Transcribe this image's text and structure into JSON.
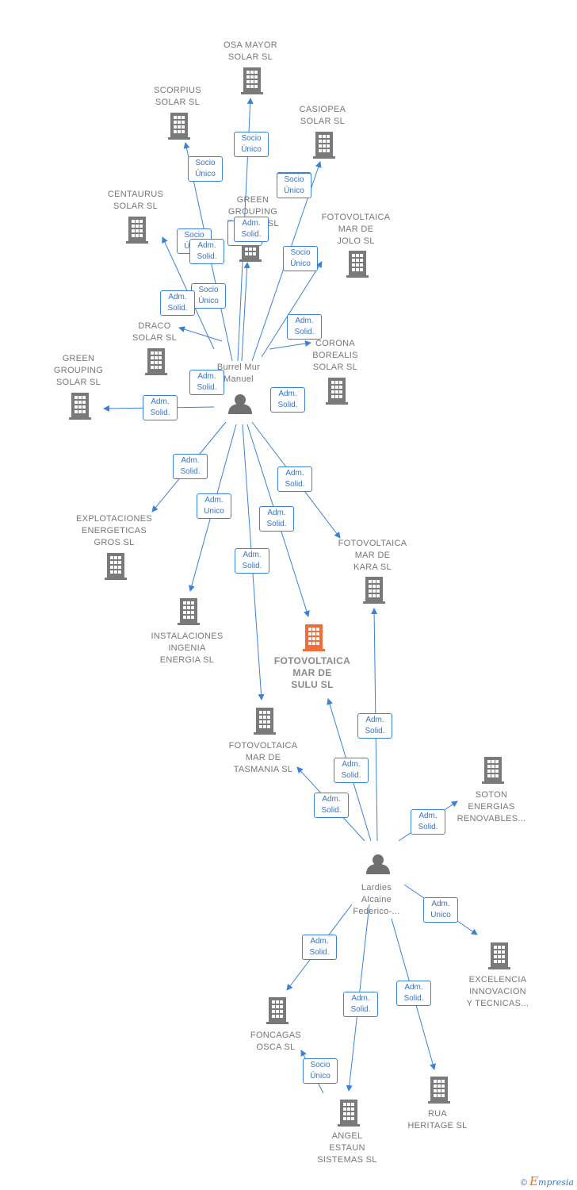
{
  "colors": {
    "edge": "#3a82d8",
    "building": "#7a7a7a",
    "highlight": "#f26b38",
    "person": "#707070"
  },
  "nodes": [
    {
      "id": "osa",
      "label": "OSA MAYOR\nSOLAR  SL",
      "type": "company"
    },
    {
      "id": "scorpius",
      "label": "SCORPIUS\nSOLAR  SL",
      "type": "company"
    },
    {
      "id": "casiopea",
      "label": "CASIOPEA\nSOLAR  SL",
      "type": "company"
    },
    {
      "id": "centaurus",
      "label": "CENTAURUS\nSOLAR  SL",
      "type": "company"
    },
    {
      "id": "green1",
      "label": "GREEN\nGROUPING\nENERGY  SL",
      "type": "company"
    },
    {
      "id": "jolo",
      "label": "FOTOVOLTAICA\nMAR DE\nJOLO  SL",
      "type": "company"
    },
    {
      "id": "draco",
      "label": "DRACO\nSOLAR  SL",
      "type": "company"
    },
    {
      "id": "corona",
      "label": "CORONA\nBOREALIS\nSOLAR  SL",
      "type": "company"
    },
    {
      "id": "green2",
      "label": "GREEN\nGROUPING\nSOLAR  SL",
      "type": "company"
    },
    {
      "id": "burrel",
      "label": "Burrel Mur\nManuel",
      "type": "person"
    },
    {
      "id": "explot",
      "label": "EXPLOTACIONES\nENERGETICAS\nGROS SL",
      "type": "company"
    },
    {
      "id": "kara",
      "label": "FOTOVOLTAICA\nMAR DE\nKARA  SL",
      "type": "company"
    },
    {
      "id": "ingenia",
      "label": "INSTALACIONES\nINGENIA\nENERGIA  SL",
      "type": "company"
    },
    {
      "id": "sulu",
      "label": "FOTOVOLTAICA\nMAR DE\nSULU  SL",
      "type": "highlight"
    },
    {
      "id": "tasmania",
      "label": "FOTOVOLTAICA\nMAR DE\nTASMANIA  SL",
      "type": "company"
    },
    {
      "id": "soton",
      "label": "SOTON\nENERGIAS\nRENOVABLES...",
      "type": "company"
    },
    {
      "id": "lardies",
      "label": "Lardies\nAlcaine\nFederico-...",
      "type": "person"
    },
    {
      "id": "excelencia",
      "label": "EXCELENCIA\nINNOVACION\nY TECNICAS...",
      "type": "company"
    },
    {
      "id": "foncagas",
      "label": "FONCAGAS\nOSCA  SL",
      "type": "company"
    },
    {
      "id": "rua",
      "label": "RUA\nHERITAGE  SL",
      "type": "company"
    },
    {
      "id": "angel",
      "label": "ANGEL\nESTAUN\nSISTEMAS  SL",
      "type": "company"
    }
  ],
  "edges": [
    {
      "from": "burrel",
      "to": "osa",
      "label": "Socio\nÚnico"
    },
    {
      "from": "burrel",
      "to": "scorpius",
      "label": "Socio\nÚnico"
    },
    {
      "from": "burrel",
      "to": "casiopea",
      "label": "Socio\nÚnico"
    },
    {
      "from": "burrel",
      "to": "centaurus",
      "label": "Socio\nÚnico"
    },
    {
      "from": "burrel",
      "to": "green1",
      "label": "Adm.\nSolid."
    },
    {
      "from": "burrel",
      "to": "jolo",
      "label": "Socio\nÚnico"
    },
    {
      "from": "burrel",
      "to": "draco",
      "label": "Socio\nÚnico"
    },
    {
      "from": "burrel",
      "to": "corona",
      "label": "Adm.\nSolid."
    },
    {
      "from": "burrel",
      "to": "green2",
      "label": "Adm.\nSolid."
    },
    {
      "from": "burrel",
      "to": "explot",
      "label": "Adm.\nSolid."
    },
    {
      "from": "burrel",
      "to": "kara",
      "label": "Adm.\nSolid."
    },
    {
      "from": "burrel",
      "to": "ingenia",
      "label": "Adm.\nUnico"
    },
    {
      "from": "burrel",
      "to": "sulu",
      "label": "Adm.\nSolid."
    },
    {
      "from": "burrel",
      "to": "tasmania",
      "label": "Adm.\nSolid."
    },
    {
      "from": "lardies",
      "to": "kara",
      "label": "Adm.\nSolid."
    },
    {
      "from": "lardies",
      "to": "sulu",
      "label": "Adm.\nSolid."
    },
    {
      "from": "lardies",
      "to": "tasmania",
      "label": "Adm.\nSolid."
    },
    {
      "from": "lardies",
      "to": "soton",
      "label": "Adm.\nSolid."
    },
    {
      "from": "lardies",
      "to": "excelencia",
      "label": "Adm.\nUnico"
    },
    {
      "from": "lardies",
      "to": "foncagas",
      "label": "Adm.\nSolid."
    },
    {
      "from": "lardies",
      "to": "angel",
      "label": "Adm.\nSolid."
    },
    {
      "from": "lardies",
      "to": "rua",
      "label": "Adm.\nSolid."
    },
    {
      "from": "angel",
      "to": "foncagas",
      "label": "Socio\nÚnico"
    }
  ],
  "extra_edge_labels": [
    "Adm.\nSolid.",
    "Socio\nÚnico",
    "Adm.\nSolid.",
    "Adm.\nSolid.",
    "Adm.\nSolid.",
    "Adm.\nSolid."
  ],
  "footer": {
    "copyright": "©",
    "brand_initial": "E",
    "brand_rest": "mpresia"
  }
}
